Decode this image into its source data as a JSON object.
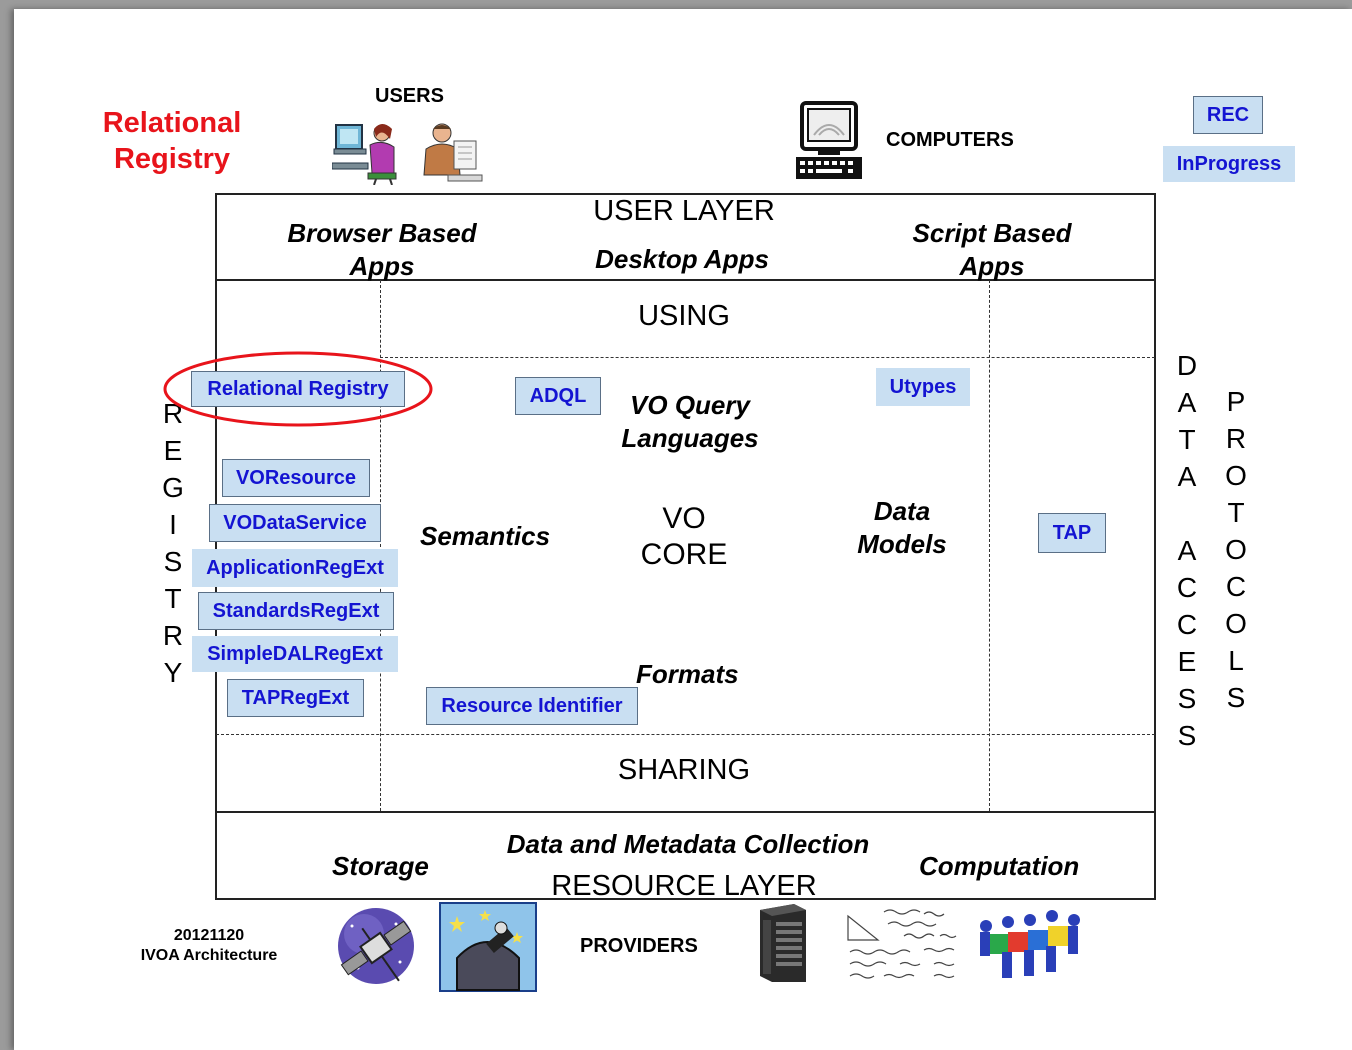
{
  "title": {
    "line1": "Relational",
    "line2": "Registry",
    "color": "#e8141b"
  },
  "users_label": "USERS",
  "computers_label": "COMPUTERS",
  "providers_label": "PROVIDERS",
  "legend": {
    "rec": "REC",
    "inprogress": "InProgress"
  },
  "footer": {
    "date": "20121120",
    "name": "IVOA Architecture"
  },
  "user_layer": {
    "title": "USER LAYER",
    "browser": [
      "Browser Based",
      "Apps"
    ],
    "desktop": "Desktop Apps",
    "script": [
      "Script Based",
      "Apps"
    ]
  },
  "using": "USING",
  "sharing": "SHARING",
  "core": {
    "vo_query": [
      "VO Query",
      "Languages"
    ],
    "semantics": "Semantics",
    "vo_core": [
      "VO",
      "CORE"
    ],
    "data_models": [
      "Data",
      "Models"
    ],
    "formats": "Formats"
  },
  "resource_layer": {
    "title": "RESOURCE LAYER",
    "storage": "Storage",
    "collection": "Data and Metadata Collection",
    "computation": "Computation"
  },
  "registry_vertical": [
    "R",
    "E",
    "G",
    "I",
    "S",
    "T",
    "R",
    "Y"
  ],
  "data_access_vertical": [
    "D",
    "A",
    "T",
    "A",
    "",
    "A",
    "C",
    "C",
    "E",
    "S",
    "S"
  ],
  "protocols_vertical": [
    "P",
    "R",
    "O",
    "T",
    "O",
    "C",
    "O",
    "L",
    "S"
  ],
  "standards": {
    "relational_registry": "Relational Registry",
    "voresource": "VOResource",
    "vodataservice": "VODataService",
    "applicationregext": "ApplicationRegExt",
    "standardsregext": "StandardsRegExt",
    "simpledalregext": "SimpleDALRegExt",
    "tapregext": "TAPRegExt",
    "adql": "ADQL",
    "utypes": "Utypes",
    "tap": "TAP",
    "resource_identifier": "Resource Identifier"
  },
  "colors": {
    "box_fill": "#c9dff2",
    "box_text": "#1414d2",
    "highlight": "#e8141b"
  }
}
